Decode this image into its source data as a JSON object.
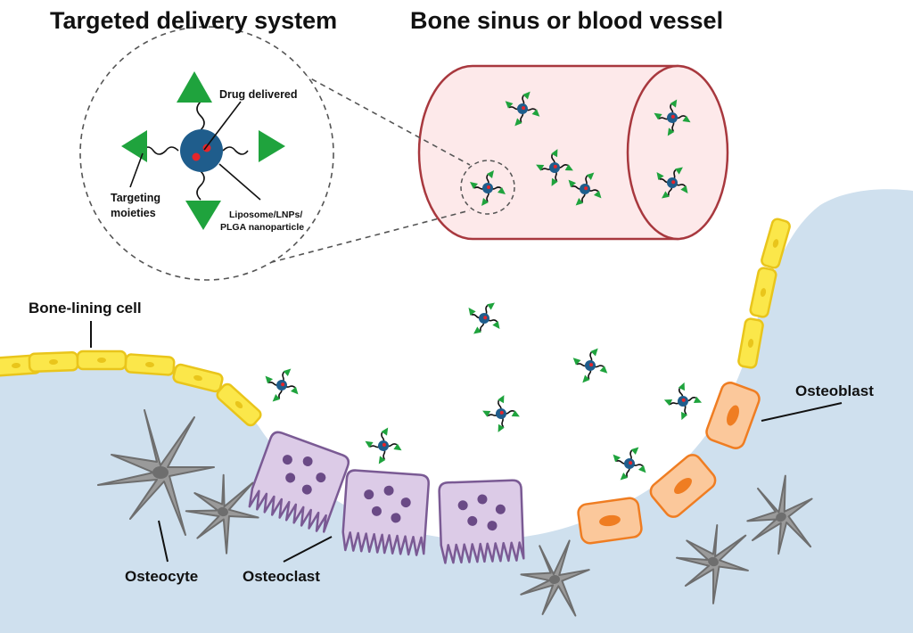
{
  "titles": {
    "left": "Targeted delivery system",
    "right": "Bone sinus or blood vessel"
  },
  "inset": {
    "drug": "Drug delivered",
    "targeting_line1": "Targeting",
    "targeting_line2": "moieties",
    "carrier_line1": "Liposome/LNPs/",
    "carrier_line2": "PLGA nanoparticle"
  },
  "cells": {
    "bone_lining": "Bone-lining cell",
    "osteoblast": "Osteoblast",
    "osteocyte": "Osteocyte",
    "osteoclast": "Osteoclast"
  },
  "colors": {
    "bone": "#cfe0ee",
    "vessel_fill": "#fde9ea",
    "vessel_stroke": "#a8383e",
    "lining_fill": "#fbe74a",
    "lining_stroke": "#e9c51b",
    "osteoblast_fill": "#fbc89b",
    "osteoblast_stroke": "#ef7d22",
    "osteoclast_fill": "#dccbe7",
    "osteoclast_stroke": "#7a5a94",
    "osteocyte": "#8c8c8c",
    "triangle": "#1fa33d",
    "particle": "#1f5d8c",
    "drug": "#e5252a"
  }
}
